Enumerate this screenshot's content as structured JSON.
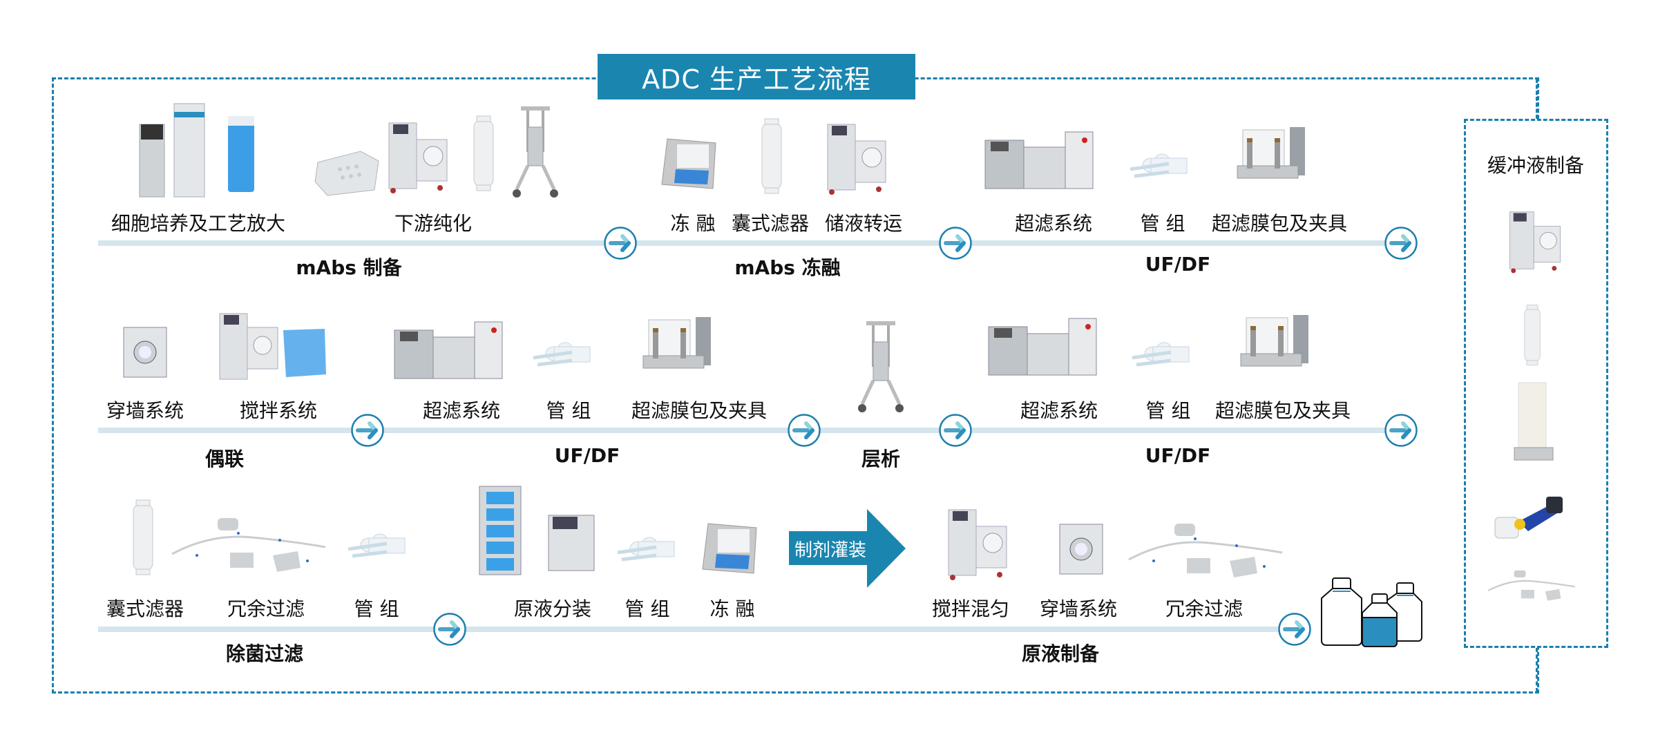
{
  "title": "ADC 生产工艺流程",
  "colors": {
    "accent": "#1a86b0",
    "frame": "#1a7fae",
    "line": "#d4e5ee",
    "arrow_light": "#8fd3dc",
    "arrow_dark": "#2a8fbf"
  },
  "rows": [
    {
      "items": [
        "细胞培养及工艺放大",
        "下游纯化",
        "冻 融",
        "囊式滤器",
        "储液转运",
        "超滤系统",
        "管 组",
        "超滤膜包及夹具"
      ],
      "stages": [
        "mAbs 制备",
        "mAbs 冻融",
        "UF/DF"
      ]
    },
    {
      "items": [
        "穿墙系统",
        "搅拌系统",
        "超滤系统",
        "管 组",
        "超滤膜包及夹具",
        "超滤系统",
        "管 组",
        "超滤膜包及夹具"
      ],
      "stages": [
        "偶联",
        "UF/DF",
        "层析",
        "UF/DF"
      ]
    },
    {
      "items": [
        "囊式滤器",
        "冗余过滤",
        "管 组",
        "原液分装",
        "管 组",
        "冻 融",
        "搅拌混匀",
        "穿墙系统",
        "冗余过滤"
      ],
      "stages": [
        "除菌过滤",
        "原液制备"
      ]
    }
  ],
  "fill_arrow_label": "制剂灌装",
  "sidebar": {
    "title": "缓冲液制备",
    "icons": [
      "mixing-tank-icon",
      "capsule-filter-icon",
      "bag-on-scale-icon",
      "tube-sealer-icon",
      "tubing-manifold-icon"
    ]
  }
}
